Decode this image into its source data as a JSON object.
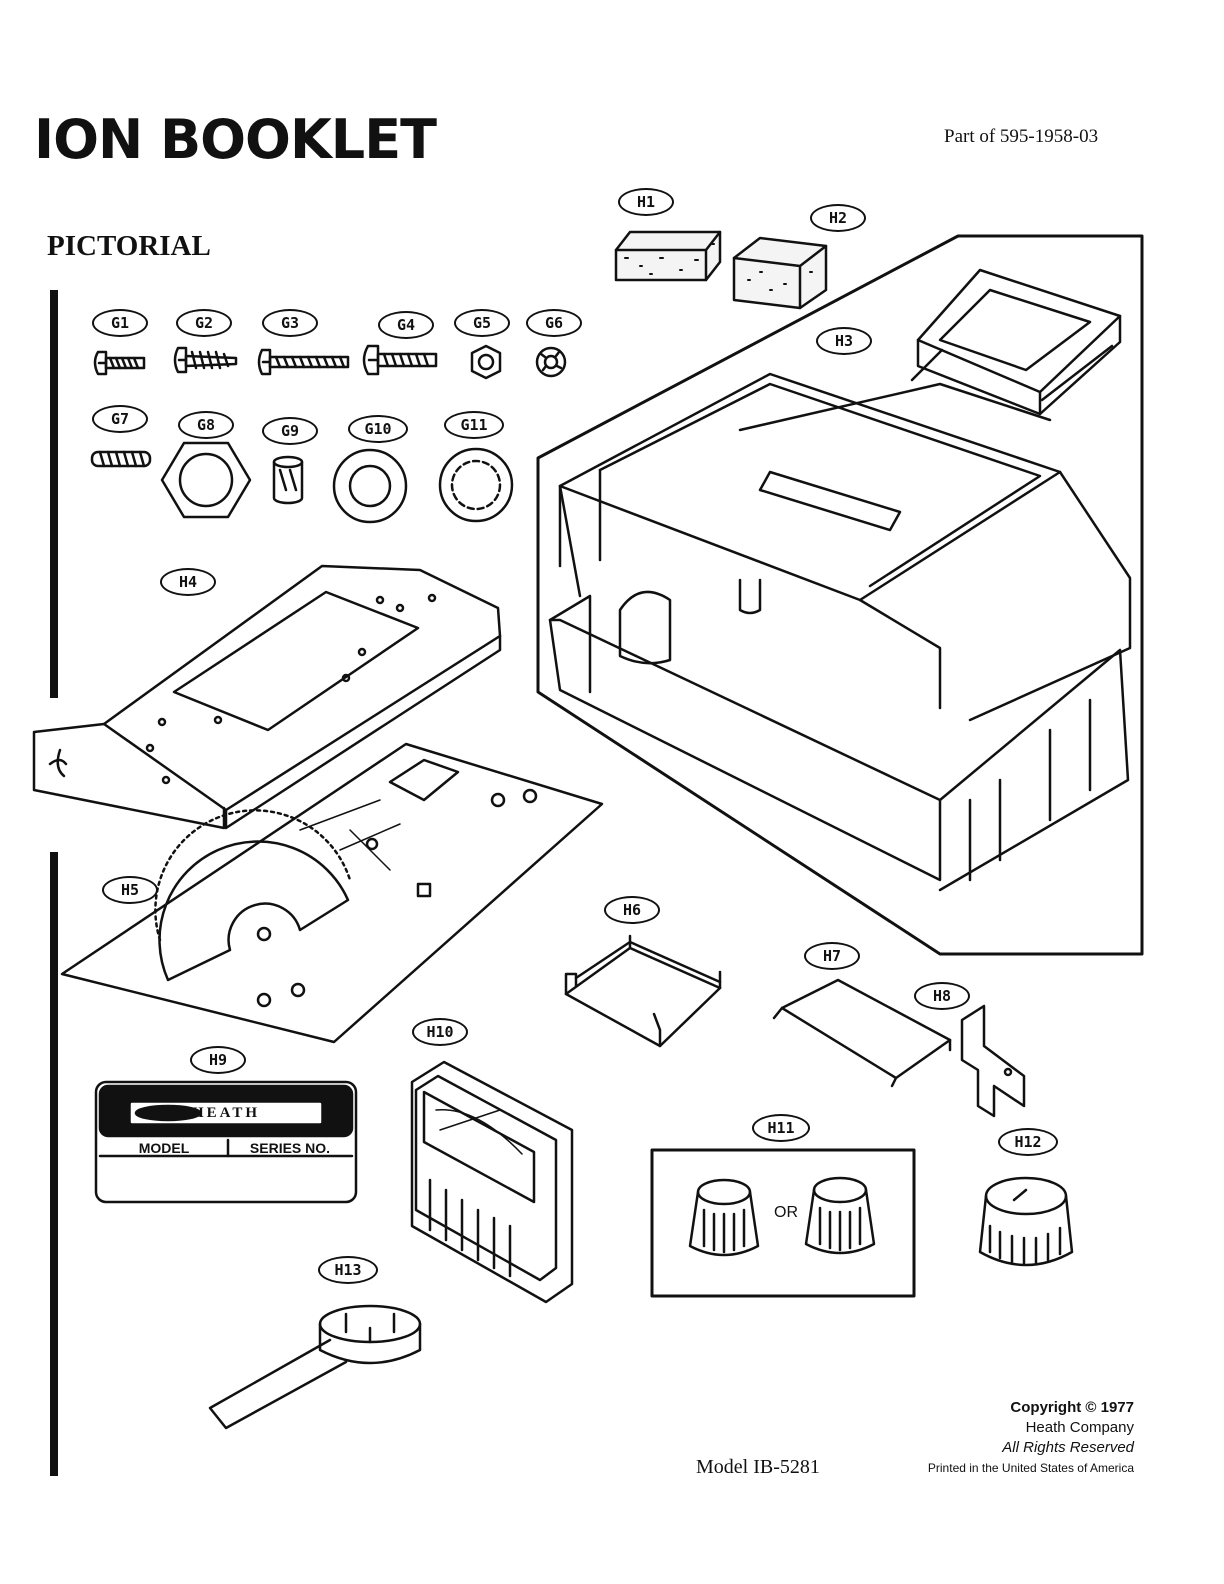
{
  "header": {
    "title": "ION BOOKLET",
    "part_number": "Part of 595-1958-03"
  },
  "section": {
    "title": "PICTORIAL"
  },
  "parts": {
    "G1": "G1",
    "G2": "G2",
    "G3": "G3",
    "G4": "G4",
    "G5": "G5",
    "G6": "G6",
    "G7": "G7",
    "G8": "G8",
    "G9": "G9",
    "G10": "G10",
    "G11": "G11",
    "H1": "H1",
    "H2": "H2",
    "H3": "H3",
    "H4": "H4",
    "H5": "H5",
    "H6": "H6",
    "H7": "H7",
    "H8": "H8",
    "H9": "H9",
    "H10": "H10",
    "H11": "H11",
    "H12": "H12",
    "H13": "H13"
  },
  "nameplate": {
    "brand": "HEATH",
    "model_label": "MODEL",
    "series_label": "SERIES NO."
  },
  "h11_or": "OR",
  "footer": {
    "copyright": "Copyright © 1977",
    "company": "Heath Company",
    "rights": "All Rights Reserved",
    "printed": "Printed in the United States of America",
    "model": "Model IB-5281"
  }
}
